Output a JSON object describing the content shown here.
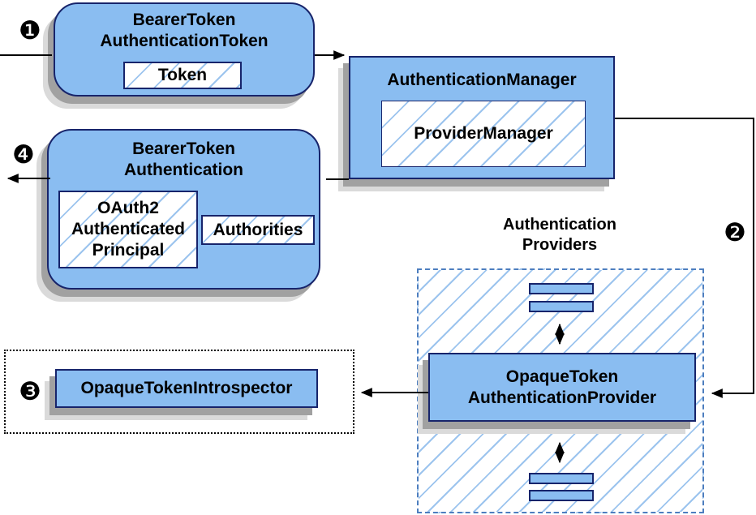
{
  "colors": {
    "node_fill": "#8abdf1",
    "node_border": "#17246b",
    "hatch_line": "#9cc4ee",
    "region_dash": "#4d7ebf",
    "arrow": "#000000",
    "shadow_dark": "#a1a1a1",
    "shadow_light": "#dadada"
  },
  "badges": {
    "step1": "❶",
    "step2": "❷",
    "step3": "❸",
    "step4": "❹"
  },
  "nodes": {
    "bearer_token_authentication_token": {
      "title": "BearerToken\nAuthenticationToken",
      "token_label": "Token"
    },
    "authentication_manager": {
      "title": "AuthenticationManager",
      "provider_manager_label": "ProviderManager"
    },
    "bearer_token_authentication": {
      "title": "BearerToken\nAuthentication",
      "principal_label": "OAuth2\nAuthenticated\nPrincipal",
      "authorities_label": "Authorities"
    },
    "authentication_providers": {
      "label": "Authentication\nProviders"
    },
    "opaque_token_authentication_provider": {
      "title": "OpaqueToken\nAuthenticationProvider"
    },
    "opaque_token_introspector": {
      "title": "OpaqueTokenIntrospector"
    }
  }
}
